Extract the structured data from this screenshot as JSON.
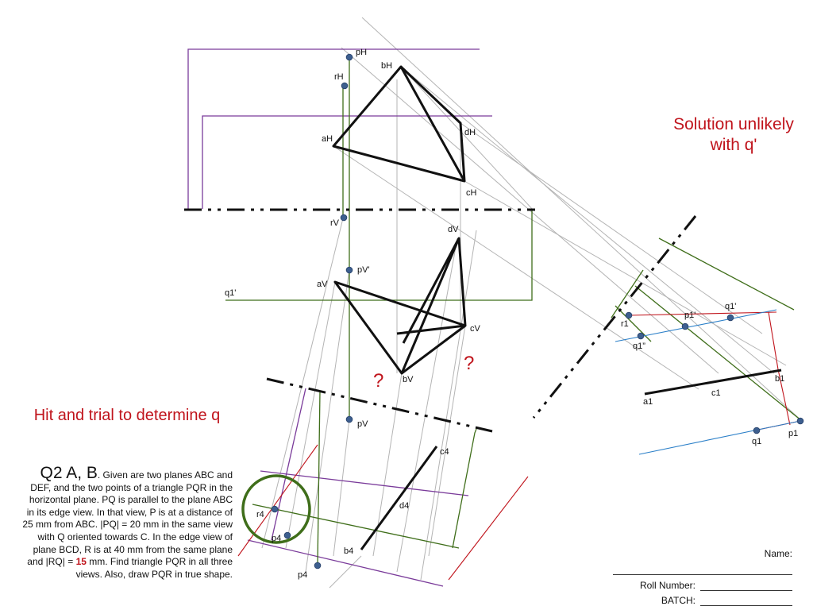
{
  "labels": {
    "pH": "pH",
    "rH": "rH",
    "bH": "bH",
    "aH": "aH",
    "dH": "dH",
    "cH": "cH",
    "rV": "rV",
    "dV": "dV",
    "pVp": "pV'",
    "aV": "aV",
    "cV": "cV",
    "bV": "bV",
    "pV": "pV",
    "q1p_left": "q1'",
    "c4": "c4",
    "d4": "d4",
    "r4": "r4",
    "p4a": "p4",
    "b4": "b4",
    "p4b": "p4",
    "r1": "r1",
    "q1pp": "q1”",
    "p1p": "p1'",
    "q1p": "q1'",
    "b1": "b1",
    "c1": "c1",
    "a1": "a1",
    "q1": "q1",
    "p1": "p1"
  },
  "notes": {
    "solution": "Solution unlikely with q'",
    "hit_trial": "Hit and trial to determine q",
    "question_mark": "?"
  },
  "problem": {
    "heading": "Q2 A, B",
    "text_1": ". Given are two planes ABC and DEF, and the two points of a triangle PQR in the horizontal plane. PQ is parallel to the plane ABC in its edge view.  In that view, P is at a distance of 25 mm from ABC. |PQ| = 20 mm in the same view with Q oriented towards C. In the edge view of plane BCD, R is at 40 mm from the same plane and |RQ| = ",
    "highlight": "15",
    "text_2": " mm. Find triangle PQR in all three views. Also, draw PQR in true shape."
  },
  "student_form": {
    "name": "Name:",
    "roll_number": "Roll Number:",
    "batch": "BATCH:"
  },
  "colors": {
    "object": "#111111",
    "projector": "#b4b4b4",
    "purple": "#7a3b9a",
    "green": "#3f6e1a",
    "red": "#c0141c",
    "blue": "#2a7fc8",
    "point": "#3d5f8f",
    "circle": "#3f6e1a"
  }
}
